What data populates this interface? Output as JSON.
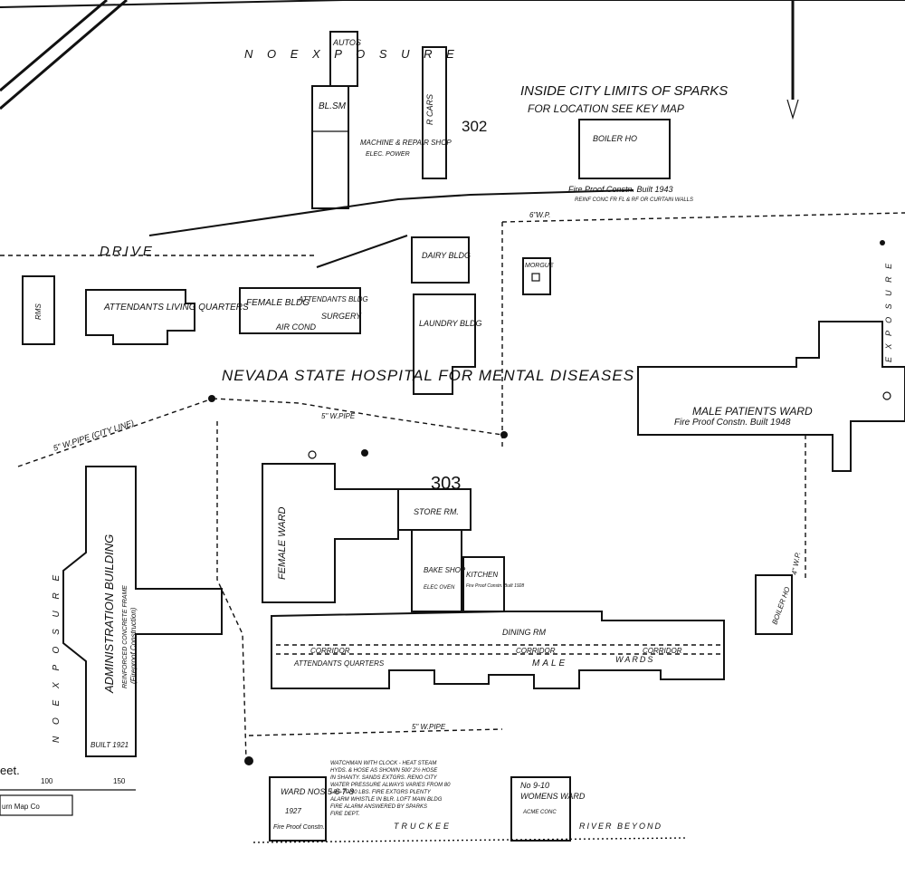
{
  "header": {
    "no_exposure_top": "N O   E X P O S U R E",
    "city_limits": "INSIDE CITY LIMITS OF SPARKS",
    "key_map": "FOR LOCATION SEE KEY MAP",
    "block_302": "302",
    "block_303": "303"
  },
  "main_title": "NEVADA STATE HOSPITAL FOR MENTAL DISEASES",
  "drive_label": "DRIVE",
  "buildings": {
    "autos": "AUTOS",
    "cars": "R CARS",
    "blacksmith": "BL.SM",
    "machine_repair": "MACHINE & REPAIR SHOP",
    "elec_power": "ELEC. POWER",
    "boiler_top": "BOILER HO",
    "fire_proof_top": "Fire Proof Constn. Built 1943",
    "reinf_top": "REINF CONC FR FL & RF OR CURTAIN WALLS",
    "dairy": "DAIRY BLDG",
    "morgue": "MORGUE",
    "attendants_living": "ATTENDANTS LIVING QUARTERS",
    "rms": "RMS",
    "female_bldg": "FEMALE BLDG",
    "attendants_bldg": "ATTENDANTS BLDG",
    "surgery": "SURGERY",
    "air_cond": "AIR COND",
    "laundry": "LAUNDRY BLDG",
    "male_patients": "MALE PATIENTS WARD",
    "male_fire_proof": "Fire Proof Constn. Built 1948",
    "admin": "ADMINISTRATION BUILDING",
    "admin_sub1": "REINFORCED CONCRETE FRAME",
    "admin_sub2": "(Fireproof Construction)",
    "admin_built": "BUILT 1921",
    "female_ward": "FEMALE WARD",
    "store_rm": "STORE RM.",
    "bake_shop": "BAKE SHOP",
    "elec_oven": "ELEC OVEN",
    "kitchen": "KITCHEN",
    "kitchen_fp": "Fire Proof Constn. Built 1928",
    "dining": "DINING RM",
    "corridor_left": "CORRIDOR",
    "corridor_mid": "CORRIDOR",
    "corridor_right": "CORRIDOR",
    "attendants_quarters": "ATTENDANTS QUARTERS",
    "male": "MALE",
    "wards": "WARDS",
    "boiler_bottom": "BOILER HO",
    "ward_nos": "WARD NOS 5-6-7-8",
    "ward_built": "1927",
    "ward_fp": "Fire Proof Constn.",
    "womens_ward_no": "No 9-10",
    "womens_ward": "WOMENS WARD",
    "acme_conc": "ACME CONC"
  },
  "pipes": {
    "pipe_city_line": "5\" W.PIPE (CITY LINE)",
    "pipe_right_top": "6\"W.P.",
    "pipe_bottom": "5\" W.PIPE",
    "pipe_5in": "5\" W.PIPE",
    "pipe_4in": "4\" W.P."
  },
  "notes": {
    "watchman": "WATCHMAN WITH CLOCK - HEAT STEAM",
    "note2": "HYDS. & HOSE AS SHOWN 500' 2½ HOSE",
    "note3": "IN SHANTY. SANDS EXTGRS. RENO CITY",
    "note4": "WATER PRESSURE ALWAYS VARIES FROM 80",
    "note5": "LBS TO 90 LBS. FIRE EXTGRS PLENTY",
    "note6": "ALARM WHISTLE IN BLR. LOFT MAIN BLDG",
    "note7": "FIRE ALARM ANSWERED BY SPARKS",
    "note8": "FIRE DEPT."
  },
  "bottom": {
    "no_exposure_left": "N O   E X P O S U R E",
    "exposure_right": "E X P O S U R E",
    "truckee_river": "TRUCKEE",
    "river_beyond": "RIVER BEYOND",
    "scale_100": "100",
    "scale_150": "150",
    "street_frag": "eet.",
    "publisher": "urn Map Co"
  }
}
